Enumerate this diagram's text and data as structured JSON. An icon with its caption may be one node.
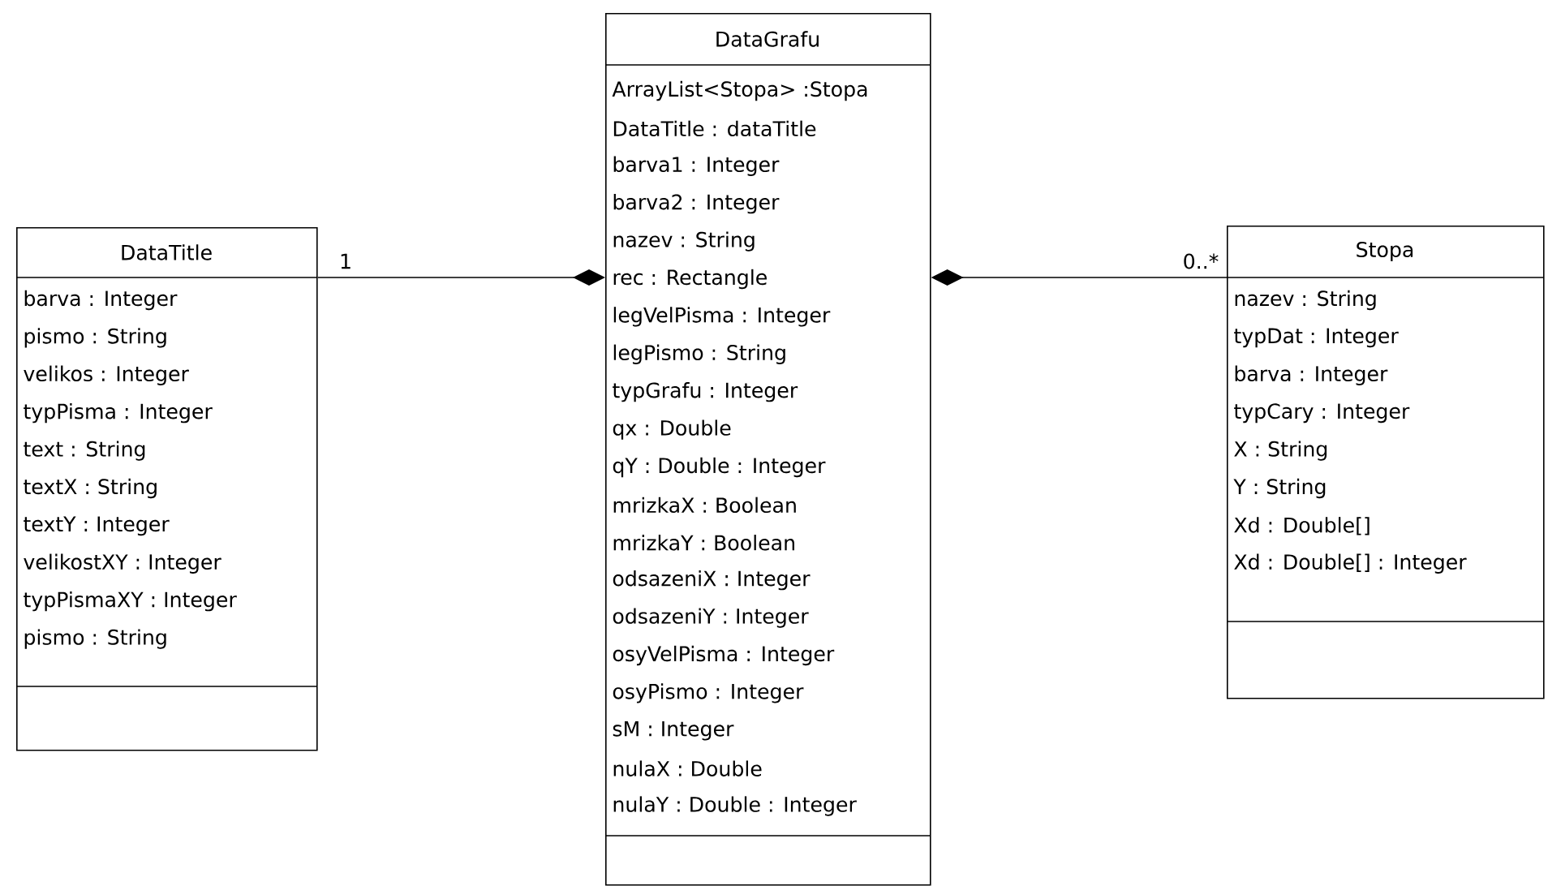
{
  "diagram": {
    "nodes": [
      {
        "text": [
          "DataTitle",
          "barva : Integer",
          "pismo : String",
          "velikos : Integer",
          "typPisma : Integer",
          "text : String",
          "textX : String",
          "textY : Integer",
          "velikostXY : Integer",
          "typPismaXY : Integer",
          "pismo : String"
        ]
      },
      {
        "text": [
          "DataGrafu",
          "ArrayList<Stopa> :Stopa",
          "DataTitle : dataTitle",
          "barva1 : Integer",
          "barva2 : Integer",
          "nazev : String",
          "rec : Rectangle",
          "legVelPisma : Integer",
          "legPismo : String",
          "typGrafu : Integer",
          "qx : Double",
          "qY : Double : Integer",
          "mrizkaX : Boolean",
          "mrizkaY : Boolean",
          "odsazeniX : Integer",
          "odsazeniY : Integer",
          "osyVelPisma : Integer",
          "osyPismo : Integer",
          "sM : Integer",
          "nulaX : Double",
          "nulaY : Double : Integer"
        ]
      },
      {
        "text": [
          "Stopa",
          "nazev : String",
          "typDat : Integer",
          "barva : Integer",
          "typCary : Integer",
          "X : String",
          "Y : String",
          "Xd : Double[]",
          "Xd : Double[] : Integer"
        ]
      }
    ],
    "edges": [
      {
        "from": 0,
        "to": 1,
        "arrow": "other",
        "label": "1"
      },
      {
        "from": 2,
        "to": 1,
        "arrow": "other",
        "label": "0..*"
      }
    ]
  }
}
